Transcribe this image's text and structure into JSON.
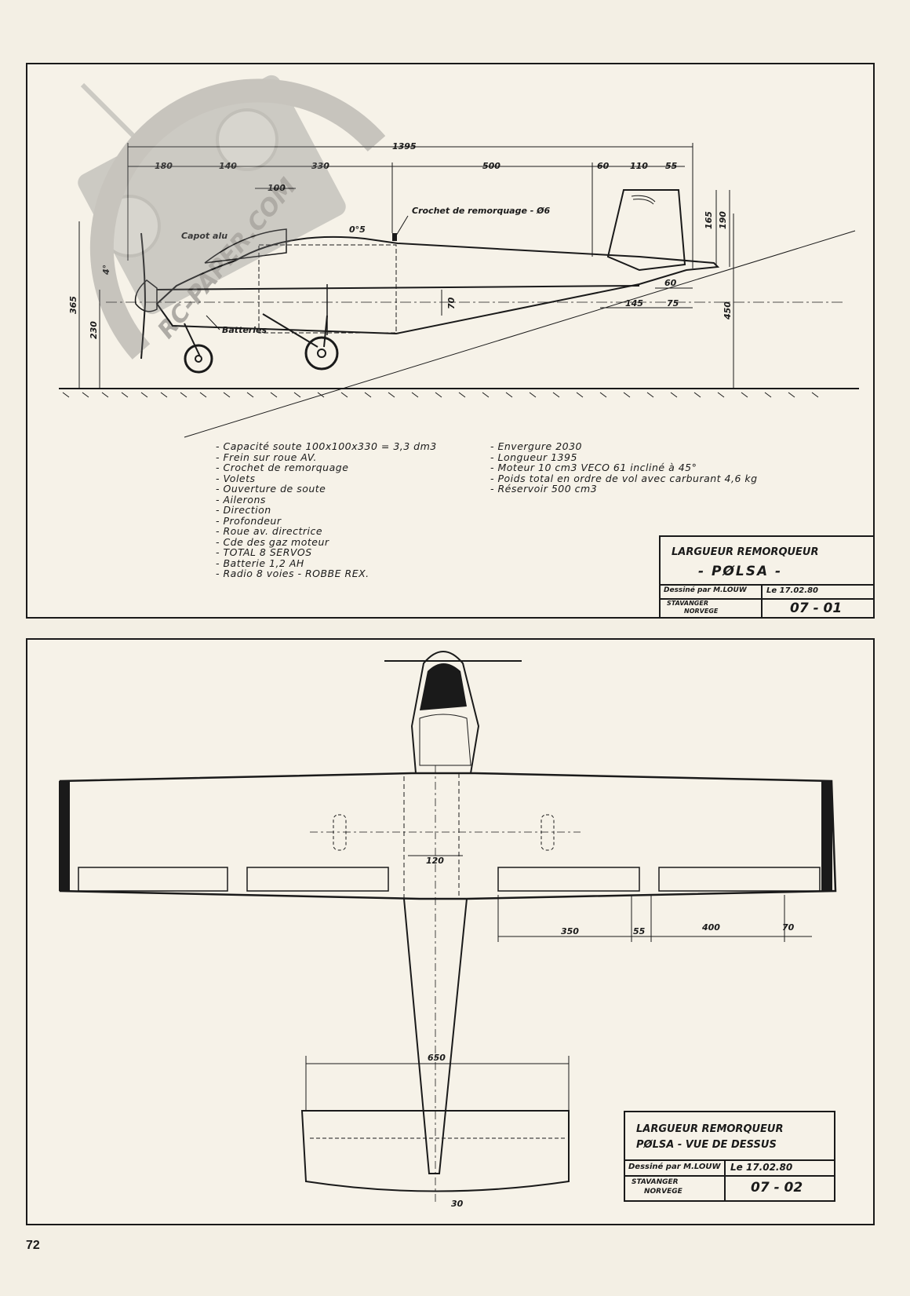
{
  "side_view": {
    "dimensions": {
      "overall_length": "1395",
      "d180": "180",
      "d140": "140",
      "d330": "330",
      "d100": "100",
      "d500": "500",
      "d60a": "60",
      "d110": "110",
      "d55": "55",
      "d165": "165",
      "d190": "190",
      "d60b": "60",
      "d145": "145",
      "d75": "75",
      "d70": "70",
      "d365": "365",
      "d230": "230",
      "d450": "450",
      "angle_4": "4°",
      "angle_0": "0°5"
    },
    "labels": {
      "tow_hook": "Crochet de remorquage - Ø6",
      "cowl": "Capot alu",
      "batteries": "Batteries"
    },
    "notes_left": [
      "Capacité soute 100x100x330 = 3,3 dm3",
      "Frein sur roue AV.",
      "Crochet de remorquage",
      "Volets",
      "Ouverture de soute",
      "Ailerons",
      "Direction",
      "Profondeur",
      "Roue av. directrice",
      "Cde des gaz moteur",
      "TOTAL 8 SERVOS",
      "Batterie 1,2 AH",
      "Radio 8 voies - ROBBE REX."
    ],
    "notes_right": [
      "Envergure 2030",
      "Longueur 1395",
      "Moteur 10 cm3 VECO 61 incliné à 45°",
      "Poids total en ordre de vol avec carburant 4,6 kg",
      "Réservoir 500 cm3"
    ],
    "title_block": {
      "title_line1": "LARGUEUR REMORQUEUR",
      "title_line2": "- PØLSA -",
      "drawn_by": "Dessiné par M.LOUW",
      "date": "Le 17.02.80",
      "location_line1": "STAVANGER",
      "location_line2": "NORVEGE",
      "sheet": "07 - 01"
    }
  },
  "top_view": {
    "dimensions": {
      "d120": "120",
      "d350": "350",
      "d55": "55",
      "d400": "400",
      "d70": "70",
      "d650": "650",
      "d30": "30"
    },
    "title_block": {
      "title_line1": "LARGUEUR REMORQUEUR",
      "title_line2": "PØLSA - VUE DE DESSUS",
      "drawn_by": "Dessiné par M.LOUW",
      "date": "Le 17.02.80",
      "location_line1": "STAVANGER",
      "location_line2": "NORVEGE",
      "sheet": "07 - 02"
    }
  },
  "watermark": "RC-PAPER.COM",
  "page_number": "72"
}
